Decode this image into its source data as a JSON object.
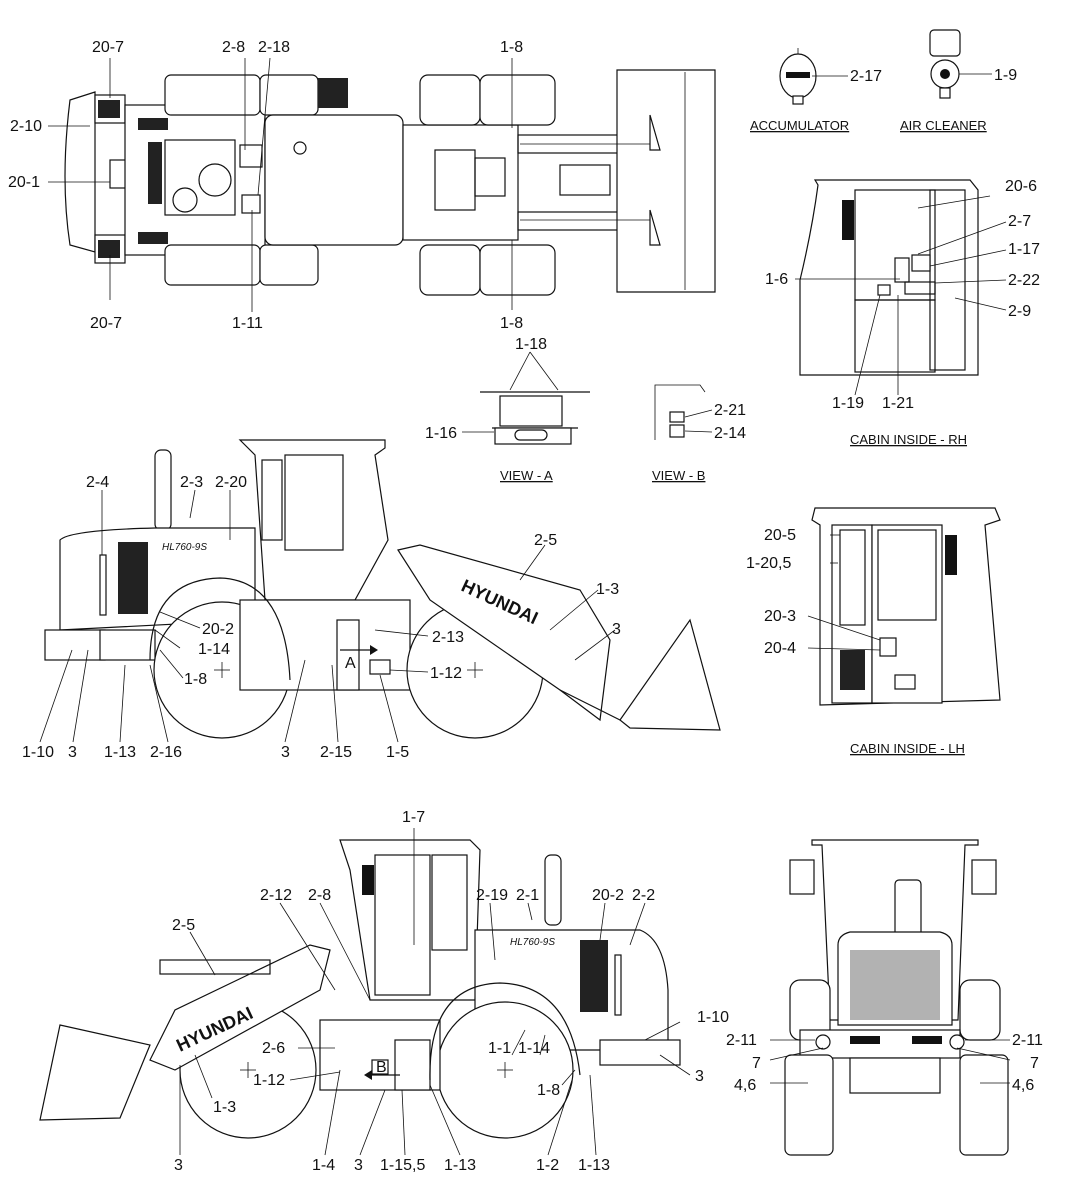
{
  "top_view": {
    "callouts": [
      "20-7",
      "2-8",
      "2-18",
      "1-8",
      "2-10",
      "20-1",
      "20-7",
      "1-11",
      "1-8"
    ]
  },
  "accessories": {
    "accumulator": {
      "caption": "ACCUMULATOR",
      "callout": "2-17"
    },
    "air_cleaner": {
      "caption": "AIR CLEANER",
      "callout": "1-9"
    }
  },
  "cabin_rh": {
    "caption": "CABIN INSIDE - RH",
    "callouts": [
      "20-6",
      "2-7",
      "1-17",
      "1-6",
      "2-22",
      "2-9",
      "1-19",
      "1-21"
    ]
  },
  "view_a": {
    "caption": "VIEW - A",
    "callouts": [
      "1-18",
      "1-16"
    ]
  },
  "view_b": {
    "caption": "VIEW - B",
    "callouts": [
      "2-21",
      "2-14"
    ]
  },
  "side_left": {
    "callouts": [
      "2-4",
      "2-3",
      "2-20",
      "2-5",
      "1-3",
      "3",
      "20-2",
      "1-14",
      "1-8",
      "2-13",
      "1-12",
      "1-10",
      "3",
      "1-13",
      "2-16",
      "3",
      "2-15",
      "1-5"
    ],
    "boom_text": "HYUNDAI",
    "model_text": "HL760-9S",
    "arrow_label": "A"
  },
  "cabin_lh": {
    "caption": "CABIN INSIDE - LH",
    "callouts": [
      "20-5",
      "1-20,5",
      "20-3",
      "20-4"
    ]
  },
  "side_right": {
    "callouts": [
      "1-7",
      "2-12",
      "2-8",
      "2-19",
      "2-1",
      "20-2",
      "2-2",
      "2-5",
      "1-10",
      "2-6",
      "1-1",
      "1-14",
      "1-12",
      "1-3",
      "1-8",
      "3",
      "3",
      "1-4",
      "3",
      "1-15,5",
      "1-13",
      "1-2",
      "1-13"
    ],
    "boom_text": "HYUNDAI",
    "model_text": "HL760-9S",
    "arrow_label": "B"
  },
  "rear_view": {
    "callouts": [
      "2-11",
      "2-11",
      "7",
      "7",
      "4,6",
      "4,6"
    ]
  }
}
